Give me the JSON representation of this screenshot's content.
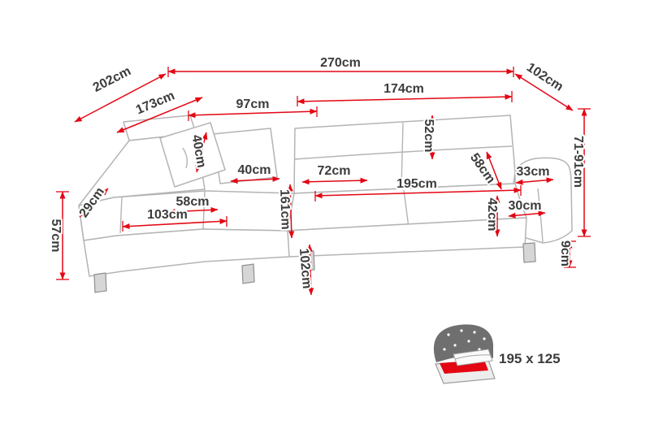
{
  "diagram": {
    "title": "corner-sofa-dimension-diagram",
    "dimensions": {
      "total_width": "270cm",
      "left_depth_outer": "202cm",
      "right_depth": "102cm",
      "left_depth_inner": "173cm",
      "left_back_width": "97cm",
      "right_back_width": "174cm",
      "backrest_height": "52cm",
      "pillow_height": "40cm",
      "pillow_width": "40cm",
      "seat_cushion_width": "72cm",
      "armrest_depth": "58cm",
      "armrest_width": "33cm",
      "back_height_range": "71-91cm",
      "sleeping_length": "195cm",
      "corner_edge_width": "29cm",
      "chaise_seat_width": "58cm",
      "chaise_width": "103cm",
      "chaise_depth": "161cm",
      "seat_front_height": "42cm",
      "armrest_seat_depth": "30cm",
      "side_height": "57cm",
      "leg_height": "9cm",
      "seat_total_depth": "102cm"
    },
    "sleeping_area_label": "195 x 125"
  },
  "colors": {
    "dimension-red": "#e30613",
    "label-text": "#3c3c3b",
    "sofa-line": "#b4b4b4",
    "sofa-line-dark": "#8f8f8f",
    "leg-fill": "#d6d6d6",
    "bed-duvet": "#6f6f6f",
    "bed-base": "#ededed",
    "bed-red": "#e30613",
    "background": "#ffffff"
  }
}
